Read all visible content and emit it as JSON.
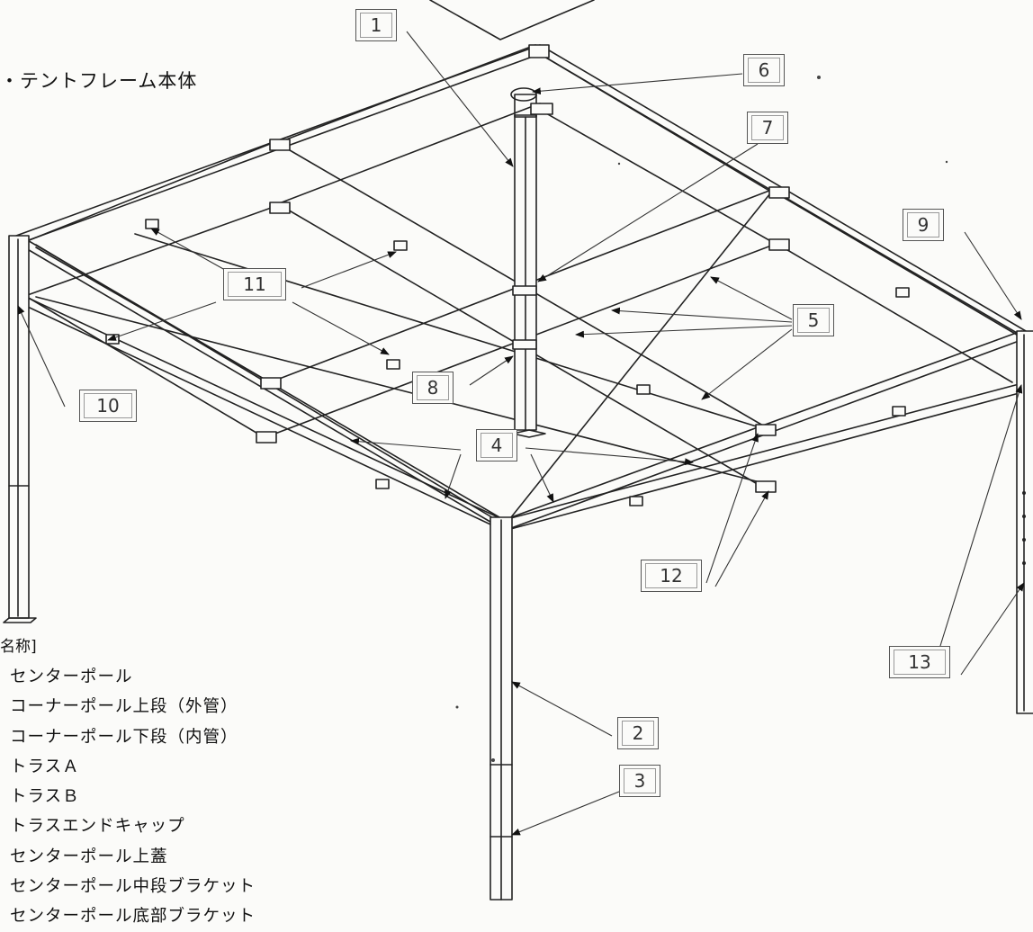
{
  "title": "・テントフレーム本体",
  "parts_heading": "名称]",
  "parts": [
    "センターポール",
    "コーナーポール上段（外管）",
    "コーナーポール下段（内管）",
    "トラスＡ",
    "トラスＢ",
    "トラスエンドキャップ",
    "センターポール上蓋",
    "センターポール中段ブラケット",
    "センターポール底部ブラケット"
  ],
  "callouts": [
    "1",
    "2",
    "3",
    "4",
    "5",
    "6",
    "7",
    "8",
    "9",
    "10",
    "11",
    "12",
    "13"
  ]
}
